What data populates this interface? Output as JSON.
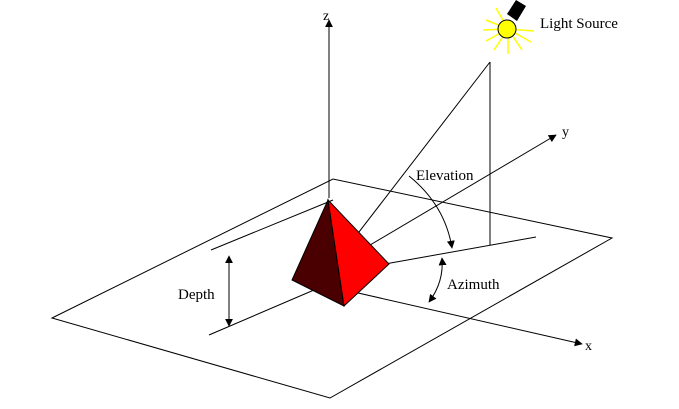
{
  "labels": {
    "light_source": "Light Source",
    "elevation": "Elevation",
    "azimuth": "Azimuth",
    "depth": "Depth"
  },
  "axes": {
    "x": "x",
    "y": "y",
    "z": "z"
  },
  "colors": {
    "pyramid_dark_face": "#4a0000",
    "pyramid_light_face": "#ff0000",
    "bulb": "#ffff00",
    "rays": "#ffff00",
    "lamp_base": "#000000",
    "lines": "#000000"
  },
  "icons": {
    "light": "light-bulb-icon"
  }
}
